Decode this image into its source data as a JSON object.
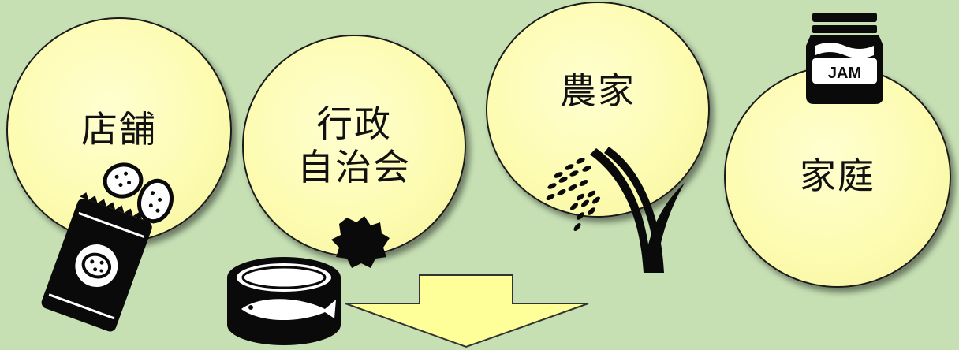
{
  "nodes": [
    {
      "label": "店舗"
    },
    {
      "label": "行政\n自治会"
    },
    {
      "label": "農家"
    },
    {
      "label": "家庭"
    }
  ],
  "icons": {
    "jar_label": "JAM"
  },
  "colors": {
    "background": "#c6e0b4",
    "circle_fill": "#fdfcb2",
    "arrow_fill": "#ffff99"
  }
}
